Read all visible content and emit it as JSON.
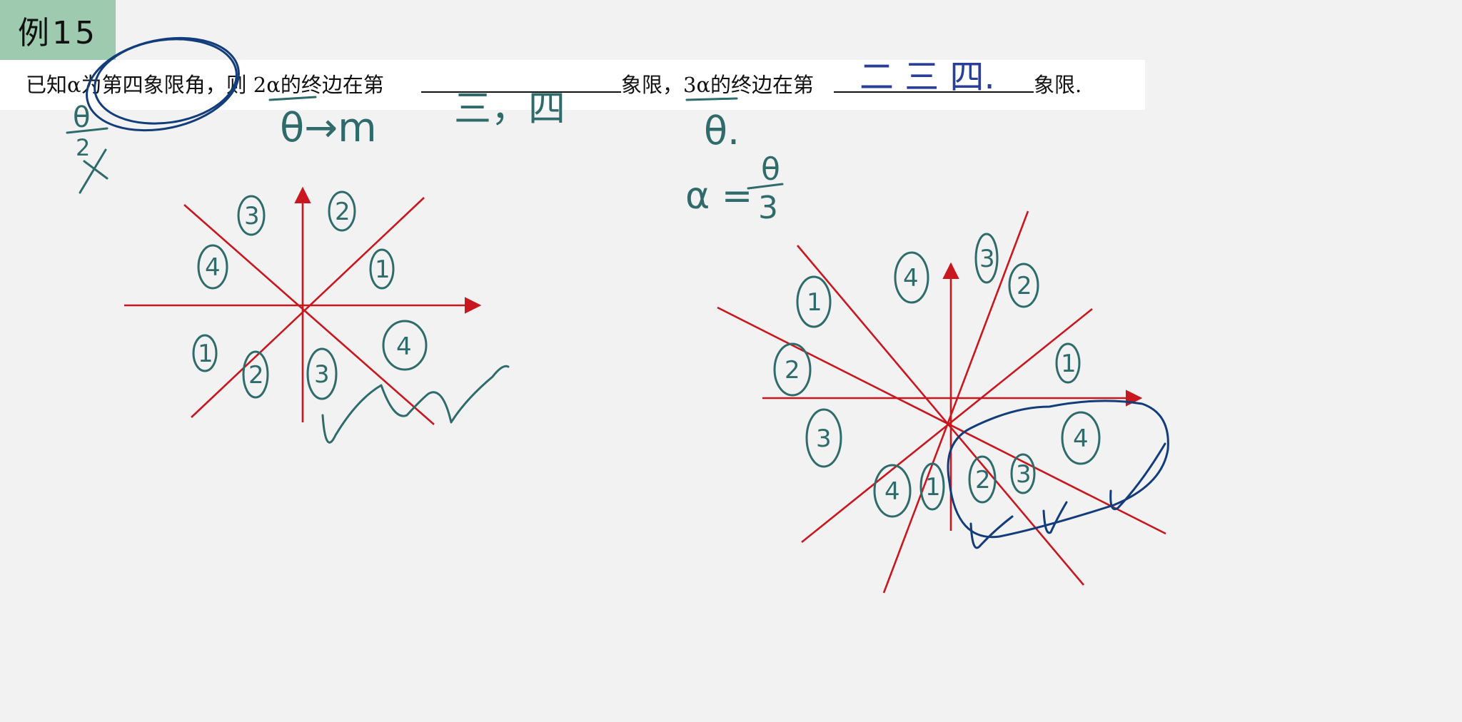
{
  "example_label": "例15",
  "question": {
    "part1": "已知α为第四象限角，则 2α的终边在第",
    "part2": "象限，3α的终边在第",
    "part3": "象限."
  },
  "handwriting": {
    "answer1": "三，四",
    "answer2": "二 三 四.",
    "theta_half_num": "θ",
    "theta_half_den": "2",
    "theta_to_m": "θ→m",
    "theta_dot": "θ.",
    "alpha_eq": "α =",
    "alpha_frac_num": "θ",
    "alpha_frac_den": "3"
  },
  "left_diagram": {
    "labels": [
      "3",
      "2",
      "4",
      "1",
      "1",
      "4",
      "2",
      "3"
    ]
  },
  "right_diagram": {
    "labels": [
      "4",
      "3",
      "2",
      "1",
      "1",
      "2",
      "3",
      "4",
      "1",
      "2",
      "3",
      "4"
    ]
  },
  "colors": {
    "axis_red": "#c8171e",
    "ink_teal": "#2f6b6b",
    "ink_navy": "#123c7a",
    "tag_green": "#9ecbb0"
  }
}
